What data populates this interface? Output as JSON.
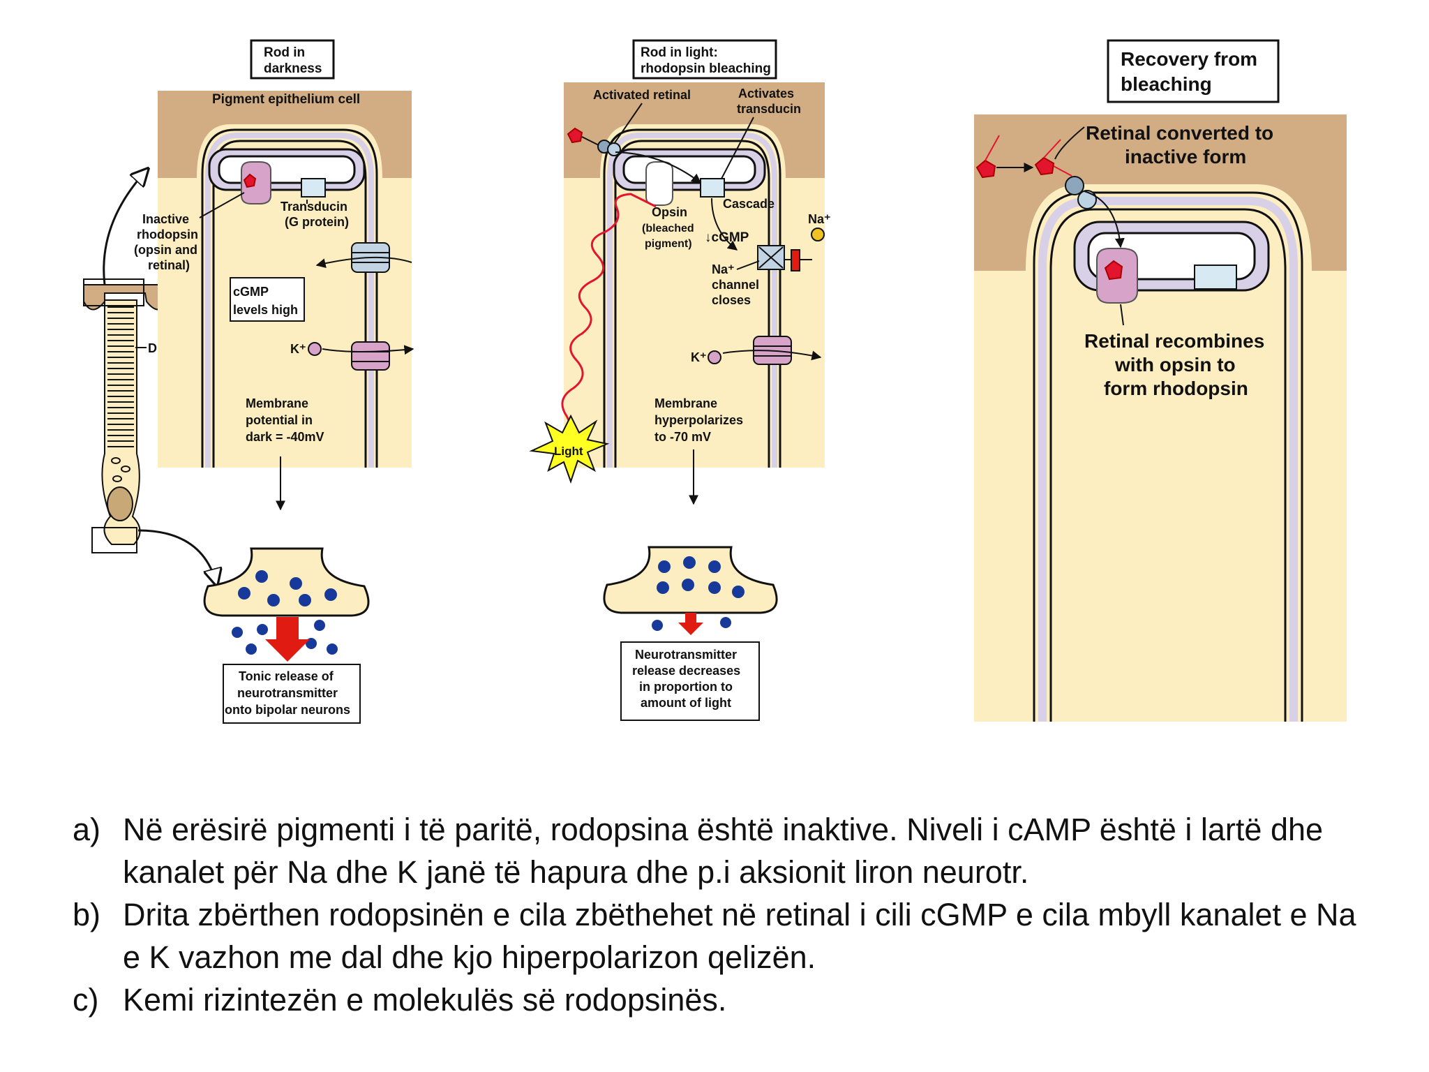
{
  "panel_a": {
    "title": [
      "Rod in",
      "darkness"
    ],
    "pigment_label": "Pigment epithelium cell",
    "transducin": [
      "Transducin",
      "(G protein)"
    ],
    "inactive_rhodopsin": [
      "Inactive",
      "rhodopsin",
      "(opsin and",
      "retinal)"
    ],
    "cgmp": [
      "cGMP",
      "levels high"
    ],
    "disks": "Disks",
    "k_ion": "K⁺",
    "membrane": [
      "Membrane",
      "potential in",
      "dark = -40mV"
    ],
    "release": [
      "Tonic release of",
      "neurotransmitter",
      "onto bipolar neurons"
    ]
  },
  "panel_b": {
    "title": [
      "Rod in light:",
      "rhodopsin bleaching"
    ],
    "activated_retinal": "Activated retinal",
    "activates_transducin": [
      "Activates",
      "transducin"
    ],
    "opsin": [
      "Opsin",
      "(bleached",
      "pigment)"
    ],
    "cascade": "Cascade",
    "cgmp": "↓cGMP",
    "na_ion": "Na⁺",
    "na_channel": [
      "Na⁺",
      "channel",
      "closes"
    ],
    "k_ion": "K⁺",
    "light": "Light",
    "membrane": [
      "Membrane",
      "hyperpolarizes",
      "to -70 mV"
    ],
    "release": [
      "Neurotransmitter",
      "release decreases",
      "in proportion to",
      "amount of light"
    ]
  },
  "panel_c": {
    "title": [
      "Recovery from",
      "bleaching"
    ],
    "converted": [
      "Retinal converted to",
      "inactive form"
    ],
    "recombines": [
      "Retinal recombines",
      "with opsin to",
      "form rhodopsin"
    ]
  },
  "caption": [
    {
      "marker": "a)",
      "text": "Në erësirë pigmenti i të paritë, rodopsina është inaktive. Niveli i cAMP është i lartë dhe kanalet për Na dhe K janë të hapura dhe p.i aksionit liron neurotr."
    },
    {
      "marker": "b)",
      "text": "Drita zbërthen rodopsinën e cila zbëthehet në retinal i cili cGMP e cila mbyll kanalet e Na e K vazhon me dal dhe kjo hiperpolarizon qelizën."
    },
    {
      "marker": "c)",
      "text": "Kemi rizintezën e molekulës së rodopsinës."
    }
  ],
  "colors": {
    "pigment": "#d2ad84",
    "cell": "#fdeec2",
    "membrane_fill": "#d7d0e6",
    "membrane_line": "#222222",
    "retinal": "#e2142e",
    "rhodopsin": "#d7a3c9",
    "vesicle": "#17399a",
    "release_arrow": "#e01b12",
    "light_star": "#ffff22",
    "transducin": "#d7eaf3"
  }
}
